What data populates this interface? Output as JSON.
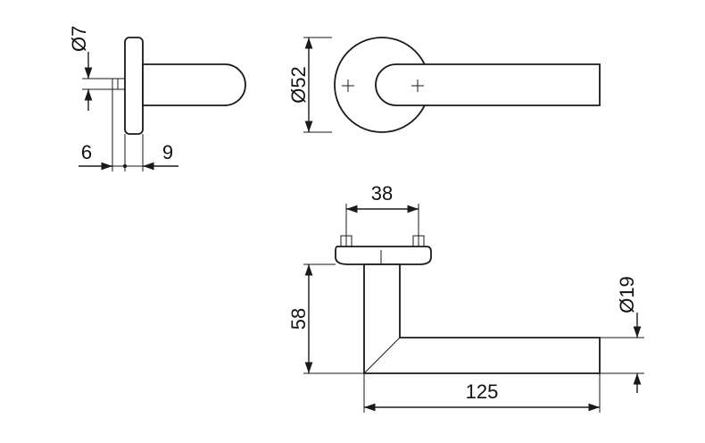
{
  "dimensions": {
    "spindle_diameter": "Ø7",
    "rose_offset_left": "6",
    "rose_offset_right": "9",
    "rose_diameter": "Ø52",
    "fixing_distance": "38",
    "handle_height": "58",
    "handle_length": "125",
    "handle_diameter": "Ø19"
  }
}
